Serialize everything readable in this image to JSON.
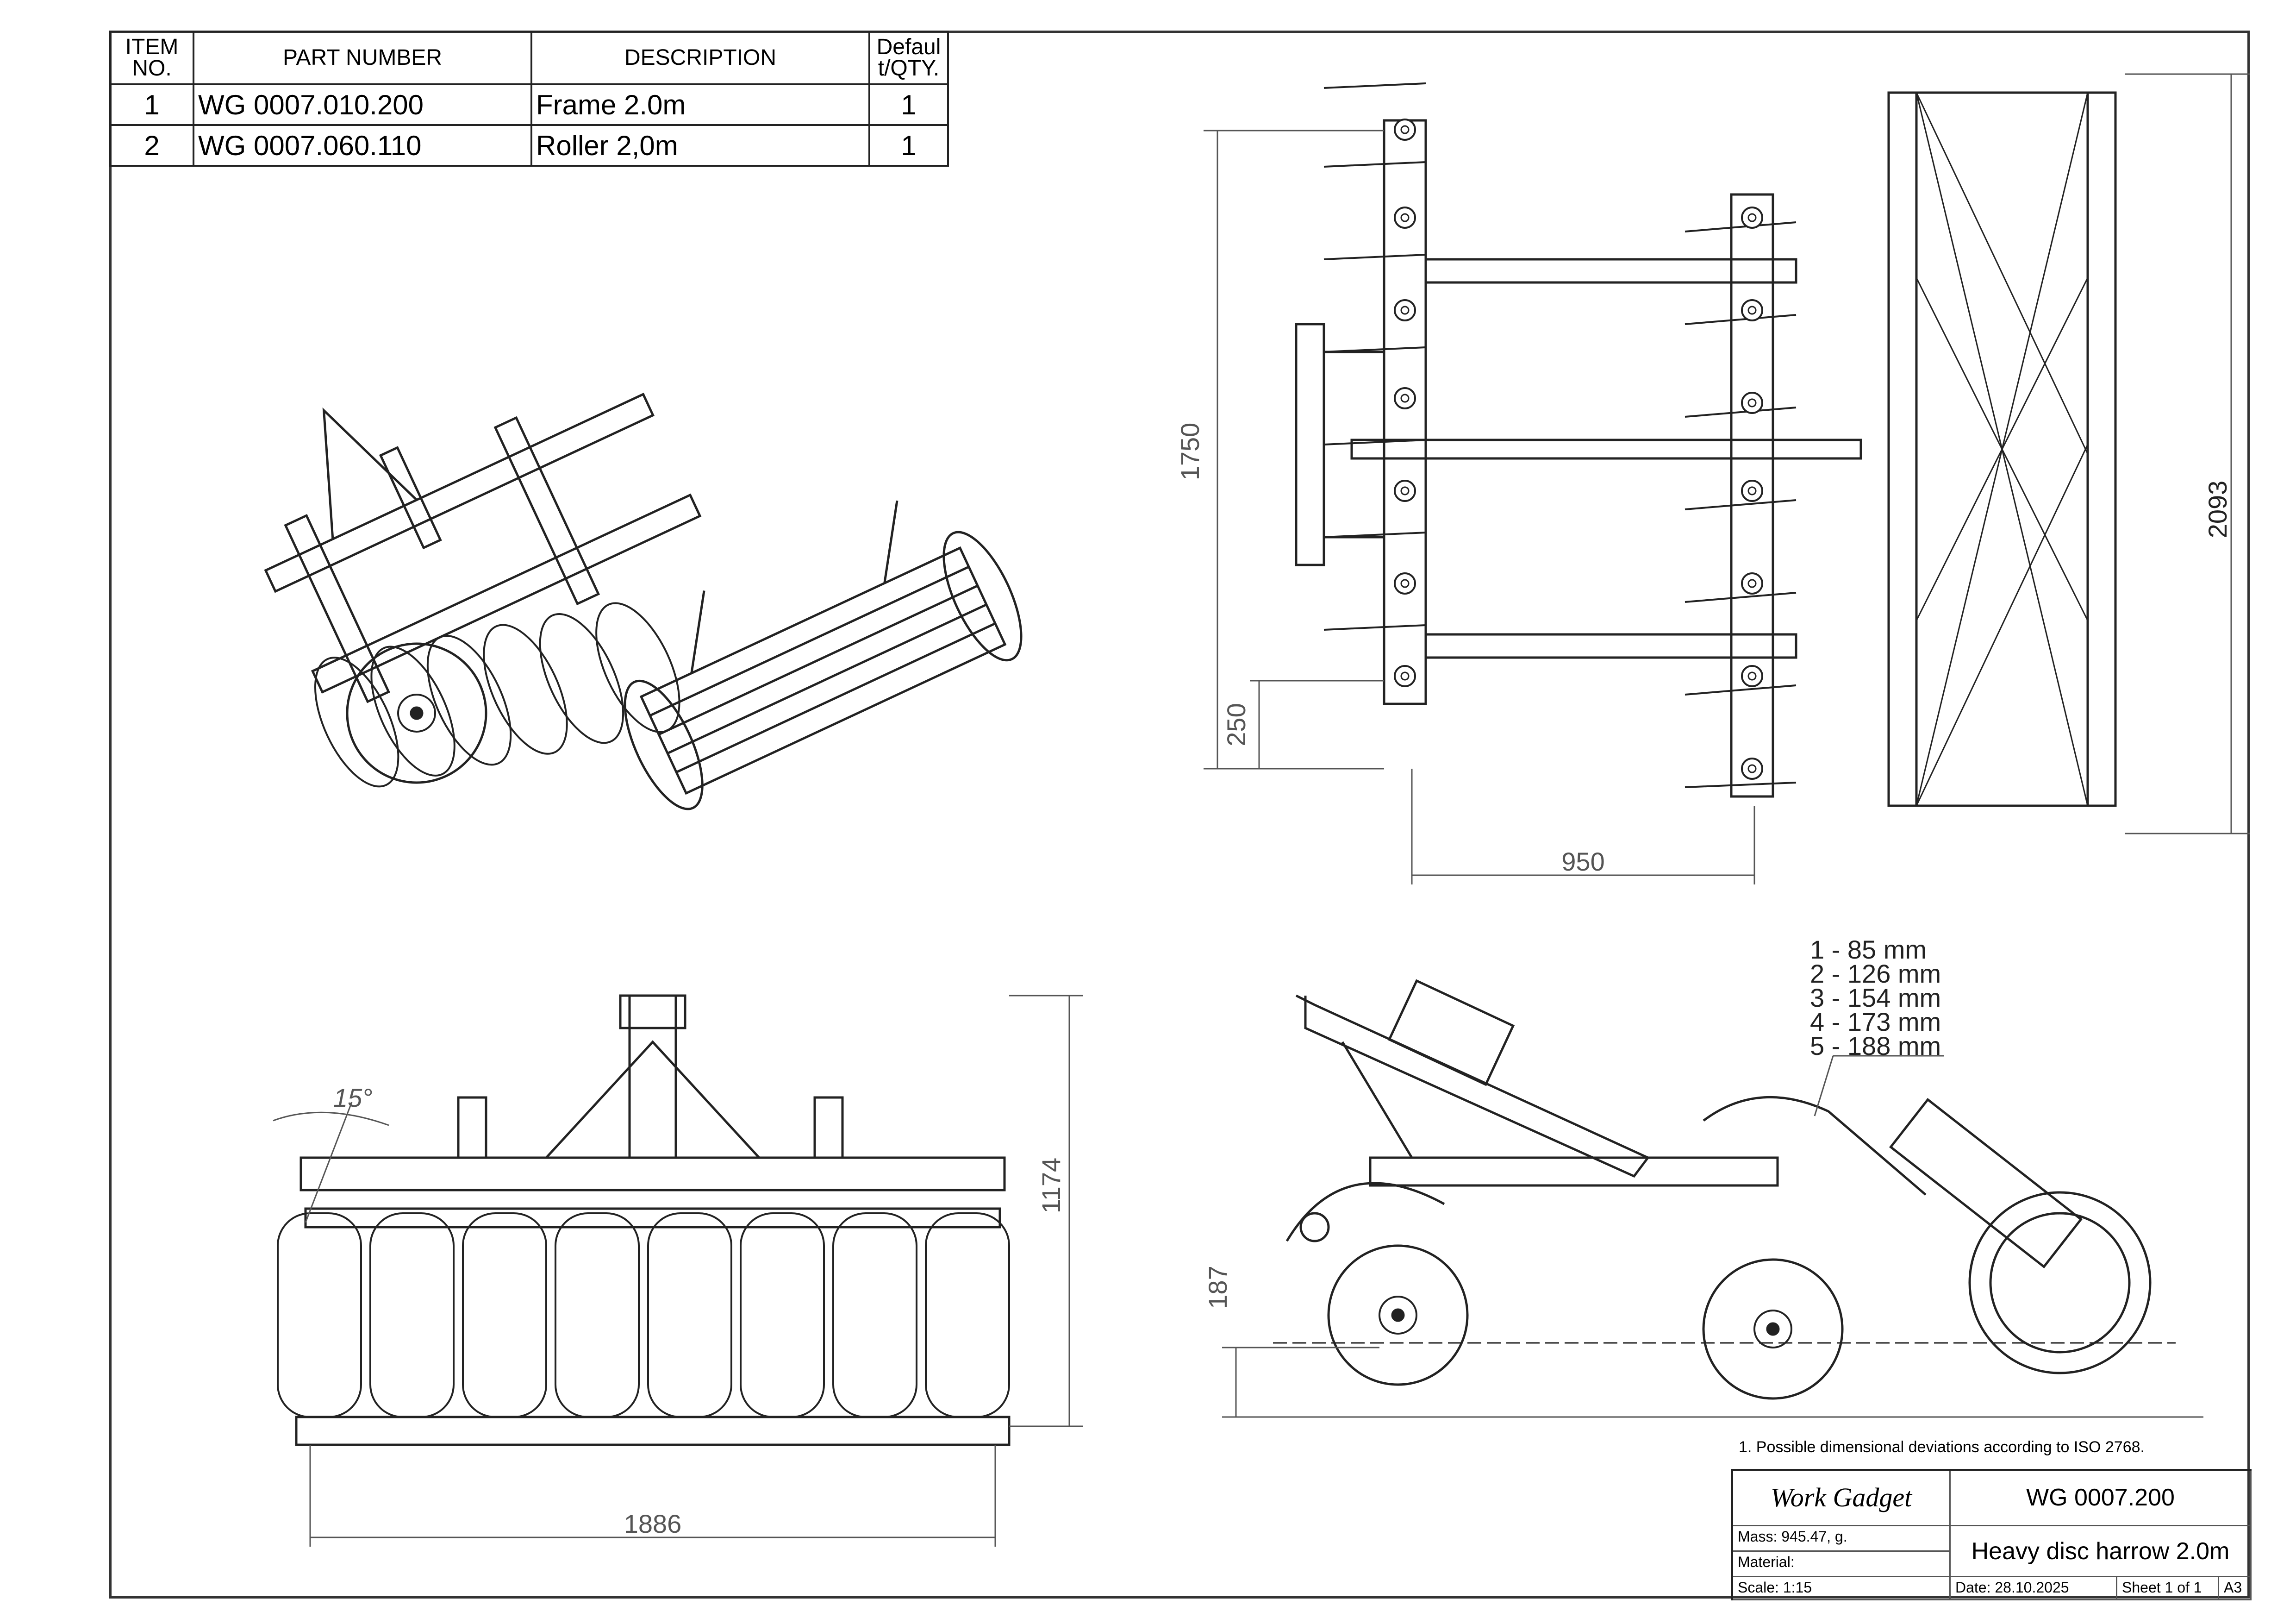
{
  "bom": {
    "headers": {
      "item": "ITEM NO.",
      "part": "PART NUMBER",
      "desc": "DESCRIPTION",
      "qty": "Defaul t/QTY."
    },
    "rows": [
      {
        "item": "1",
        "part": "WG 0007.010.200",
        "desc": "Frame 2.0m",
        "qty": "1"
      },
      {
        "item": "2",
        "part": "WG 0007.060.110",
        "desc": "Roller 2,0m",
        "qty": "1"
      }
    ]
  },
  "dimensions": {
    "top_view_height": "1750",
    "top_view_offset": "250",
    "top_view_depth": "950",
    "top_view_total": "2093",
    "front_height": "1174",
    "front_width": "1886",
    "front_angle": "15°",
    "side_clearance": "187"
  },
  "adjustment_list": [
    "1 - 85 mm",
    "2 - 126 mm",
    "3 - 154 mm",
    "4 - 173 mm",
    "5 - 188 mm"
  ],
  "note": "1. Possible dimensional deviations according to ISO 2768.",
  "title_block": {
    "company": "Work Gadget",
    "drawing_number": "WG 0007.200",
    "mass": "Mass: 945.47, g.",
    "material": "Material:",
    "title": "Heavy disc harrow 2.0m",
    "scale": "Scale: 1:15",
    "date": "Date: 28.10.2025",
    "sheet": "Sheet 1 of 1",
    "size": "A3"
  }
}
